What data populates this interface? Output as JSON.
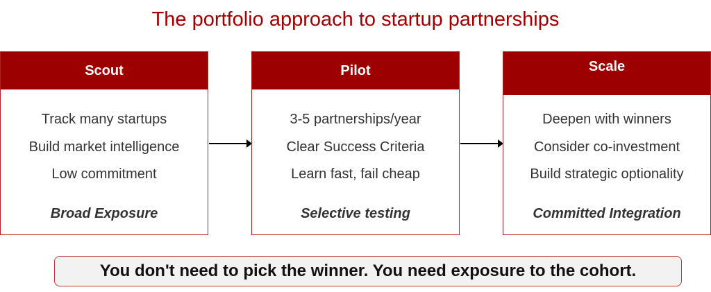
{
  "title": "The portfolio approach to startup partnerships",
  "stages": [
    {
      "name": "Scout",
      "items": [
        "Track many startups",
        "Build market intelligence",
        "Low commitment"
      ],
      "tagline": "Broad Exposure"
    },
    {
      "name": "Pilot",
      "items": [
        "3-5 partnerships/year",
        "Clear Success Criteria",
        "Learn fast, fail cheap"
      ],
      "tagline": "Selective testing"
    },
    {
      "name": "Scale",
      "items": [
        "Deepen with winners",
        "Consider co-investment",
        "Build strategic optionality"
      ],
      "tagline": "Committed Integration"
    }
  ],
  "callout": "You don't need to pick the winner. You need exposure to the cohort.",
  "colors": {
    "accent": "#9c0000",
    "title": "#a00000"
  }
}
